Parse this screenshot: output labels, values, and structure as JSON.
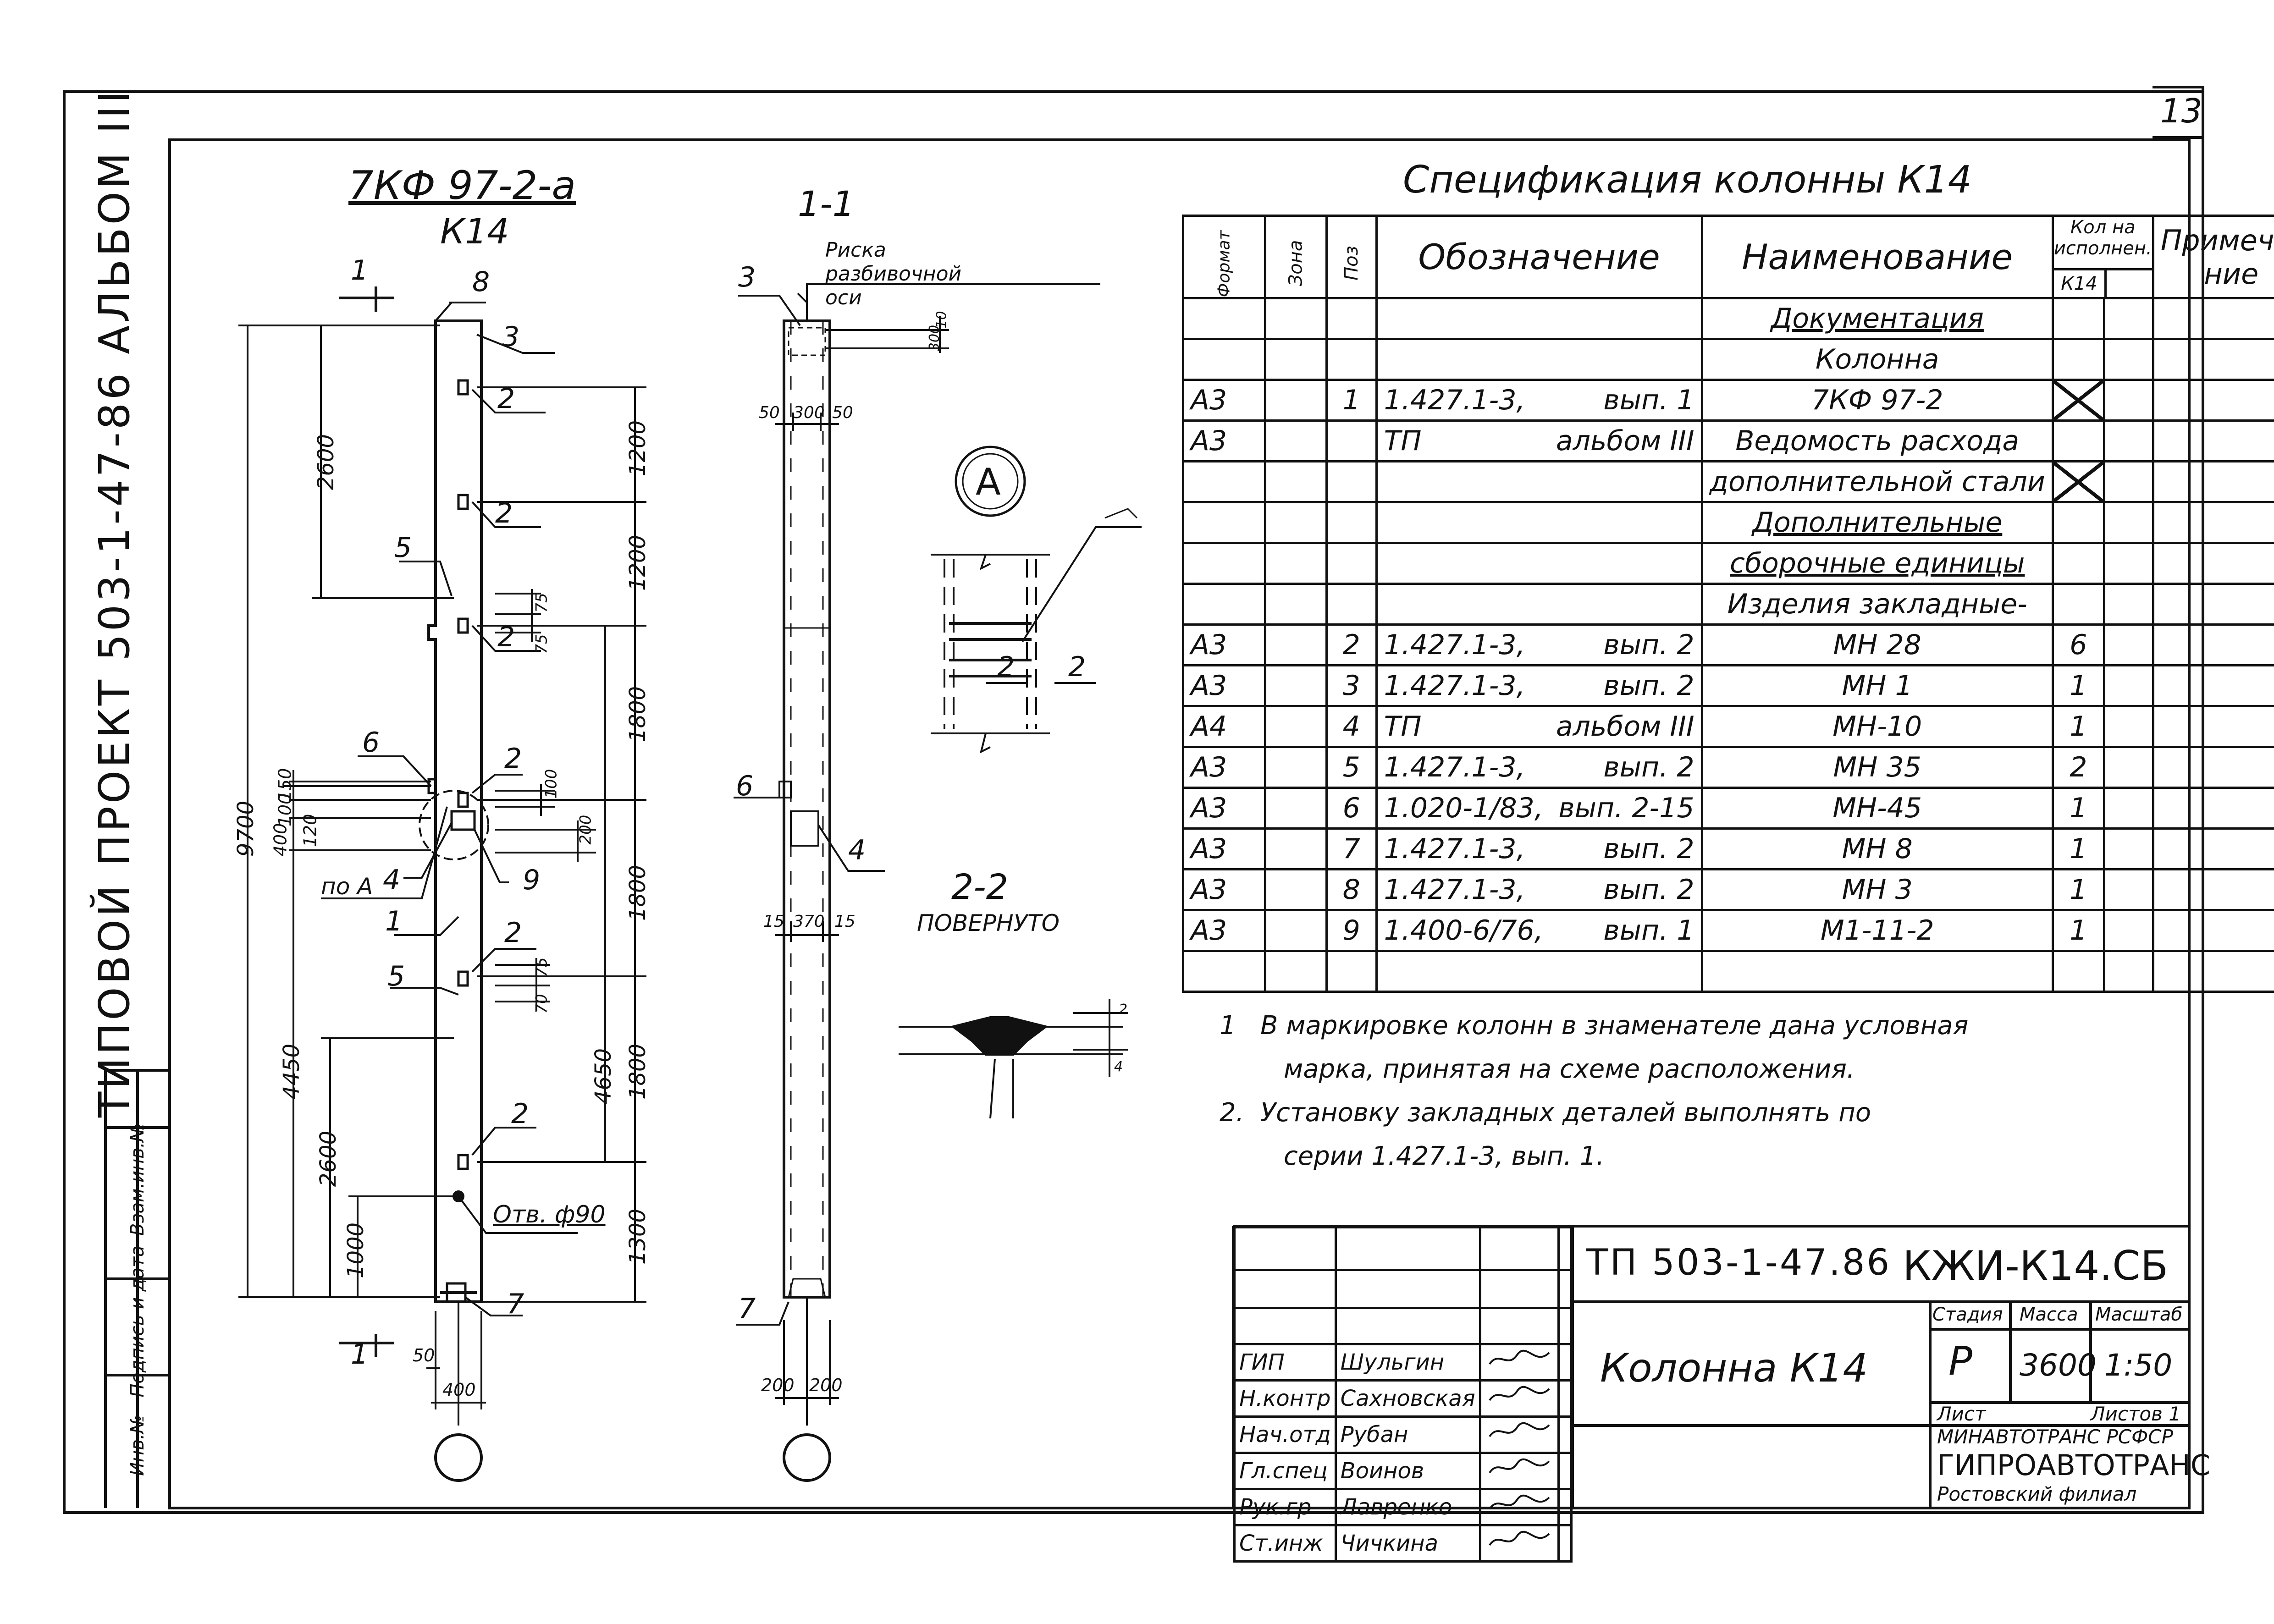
{
  "page_number": "13",
  "side_title": "ТИПОВОЙ ПРОЕКТ 503-1-47-86 АЛЬБОМ III",
  "side_stamp": [
    "Инв.№",
    "Подпись и дата",
    "Взам.инв.№"
  ],
  "elevation": {
    "mark": "7КФ 97-2-а",
    "label": "К14",
    "total_height": "9700",
    "dims_left": [
      "2600",
      "4450",
      "2600",
      "1000"
    ],
    "dims_small_left": [
      "150",
      "100",
      "400",
      "120"
    ],
    "dims_right": [
      "1200",
      "1200",
      "1800",
      "1800",
      "1800",
      "1300"
    ],
    "dims_mid": [
      "75",
      "75",
      "100",
      "200",
      "75",
      "70",
      "4650"
    ],
    "bottom_dims": [
      "50",
      "400"
    ],
    "callouts": [
      "8",
      "3",
      "2",
      "2",
      "5",
      "2",
      "6",
      "2",
      "4",
      "9",
      "1",
      "2",
      "5",
      "2",
      "7"
    ],
    "hole": "Отв. ф90",
    "ref_a": "по А",
    "section_mark": "1"
  },
  "section11": {
    "title": "1-1",
    "note": "Риска разбивочной оси",
    "dims_top": [
      "50",
      "300",
      "50"
    ],
    "dims_top_right": [
      "10",
      "300"
    ],
    "dims_mid": [
      "15",
      "370",
      "15"
    ],
    "dims_bottom": [
      "200",
      "200"
    ],
    "callouts": [
      "3",
      "6",
      "4",
      "7"
    ]
  },
  "detailA": {
    "label": "А",
    "callouts": [
      "2",
      "2"
    ]
  },
  "section22": {
    "title": "2-2",
    "subtitle": "повернуто",
    "dims": [
      "2",
      "4"
    ]
  },
  "spec": {
    "title": "Спецификация колонны К14",
    "headers": {
      "format": "Формат",
      "zone": "Зона",
      "pos": "Поз",
      "designation": "Обозначение",
      "name": "Наименование",
      "qty": "Кол на исполнен.",
      "qty_sub": "К14",
      "note": "Примеча- ние"
    },
    "rows": [
      {
        "f": "",
        "z": "",
        "p": "",
        "d1": "",
        "d2": "",
        "n": "Документация",
        "q": "",
        "u": true
      },
      {
        "f": "",
        "z": "",
        "p": "",
        "d1": "",
        "d2": "",
        "n": "Колонна",
        "q": ""
      },
      {
        "f": "А3",
        "z": "",
        "p": "1",
        "d1": "1.427.1-3,",
        "d2": "вып. 1",
        "n": "7КФ 97-2",
        "q": "",
        "x": true
      },
      {
        "f": "А3",
        "z": "",
        "p": "",
        "d1": "ТП",
        "d2": "альбом III",
        "n": "Ведомость расхода",
        "q": ""
      },
      {
        "f": "",
        "z": "",
        "p": "",
        "d1": "",
        "d2": "",
        "n": "дополнительной стали",
        "q": "",
        "x": true
      },
      {
        "f": "",
        "z": "",
        "p": "",
        "d1": "",
        "d2": "",
        "n": "Дополнительные",
        "q": "",
        "u": true
      },
      {
        "f": "",
        "z": "",
        "p": "",
        "d1": "",
        "d2": "",
        "n": "сборочные единицы",
        "q": "",
        "u": true
      },
      {
        "f": "",
        "z": "",
        "p": "",
        "d1": "",
        "d2": "",
        "n": "Изделия закладные-",
        "q": ""
      },
      {
        "f": "А3",
        "z": "",
        "p": "2",
        "d1": "1.427.1-3,",
        "d2": "вып. 2",
        "n": "МН 28",
        "q": "6"
      },
      {
        "f": "А3",
        "z": "",
        "p": "3",
        "d1": "1.427.1-3,",
        "d2": "вып. 2",
        "n": "МН 1",
        "q": "1"
      },
      {
        "f": "А4",
        "z": "",
        "p": "4",
        "d1": "ТП",
        "d2": "альбом III",
        "n": "МН-10",
        "q": "1"
      },
      {
        "f": "А3",
        "z": "",
        "p": "5",
        "d1": "1.427.1-3,",
        "d2": "вып. 2",
        "n": "МН 35",
        "q": "2"
      },
      {
        "f": "А3",
        "z": "",
        "p": "6",
        "d1": "1.020-1/83,",
        "d2": "вып. 2-15",
        "n": "МН-45",
        "q": "1"
      },
      {
        "f": "А3",
        "z": "",
        "p": "7",
        "d1": "1.427.1-3,",
        "d2": "вып. 2",
        "n": "МН 8",
        "q": "1"
      },
      {
        "f": "А3",
        "z": "",
        "p": "8",
        "d1": "1.427.1-3,",
        "d2": "вып. 2",
        "n": "МН 3",
        "q": "1"
      },
      {
        "f": "А3",
        "z": "",
        "p": "9",
        "d1": "1.400-6/76,",
        "d2": "вып. 1",
        "n": "М1-11-2",
        "q": "1"
      },
      {
        "f": "",
        "z": "",
        "p": "",
        "d1": "",
        "d2": "",
        "n": "",
        "q": ""
      }
    ]
  },
  "notes": [
    "1   В маркировке колонн в знаменателе дана условная",
    "марка, принятая на схеме расположения.",
    "2.  Установку закладных деталей выполнять по",
    "серии 1.427.1-3, вып. 1."
  ],
  "titleblock": {
    "project": "ТП 503-1-47.86",
    "code": "КЖИ-К14.СБ",
    "title": "Колонна К14",
    "stage_h": "Стадия",
    "mass_h": "Масса",
    "scale_h": "Масштаб",
    "stage": "Р",
    "mass": "3600",
    "scale": "1:50",
    "sheet": "Лист",
    "sheets": "Листов 1",
    "org1": "МИНАВТОТРАНС РСФСР",
    "org2": "ГИПРОАВТОТРАНС",
    "org3": "Ростовский филиал",
    "people": [
      {
        "role": "ГИП",
        "name": "Шульгин"
      },
      {
        "role": "Н.контр",
        "name": "Сахновская"
      },
      {
        "role": "Нач.отд",
        "name": "Рубан"
      },
      {
        "role": "Гл.спец",
        "name": "Воинов"
      },
      {
        "role": "Рук.гр",
        "name": "Лавренко"
      },
      {
        "role": "Ст.инж",
        "name": "Чичкина"
      }
    ]
  }
}
